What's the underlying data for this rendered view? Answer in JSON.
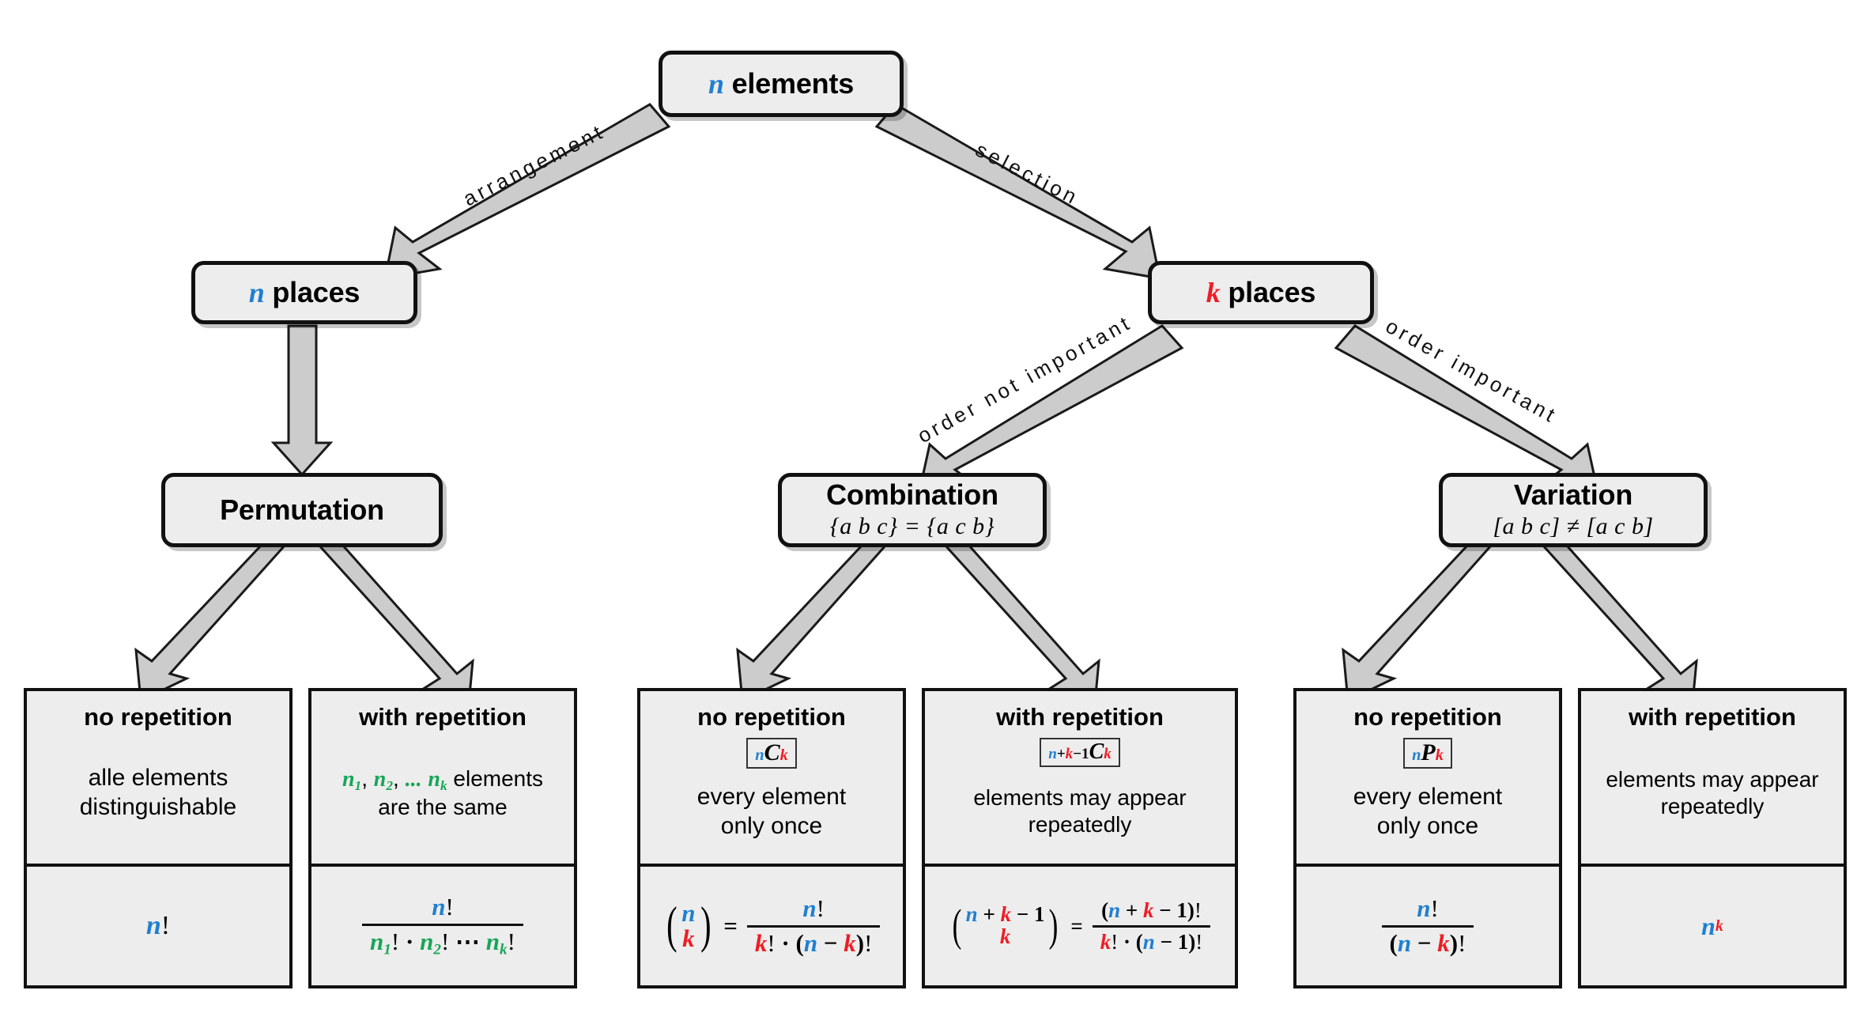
{
  "diagram": {
    "title": "Combinatorics decision tree",
    "colors": {
      "n_symbol": "#1f7fd0",
      "k_symbol": "#ef1c24",
      "n_subscript": "#18a558",
      "node_fill": "#ededed",
      "node_border": "#111111",
      "arrow_fill": "#cccccc",
      "background": "#ffffff"
    },
    "root": {
      "symbol": "n",
      "label": "elements"
    },
    "edges": [
      {
        "name": "arrangement",
        "label": "arrangement"
      },
      {
        "name": "selection",
        "label": "selection"
      },
      {
        "name": "order-not-important",
        "label": "order not important"
      },
      {
        "name": "order-important",
        "label": "order important"
      }
    ],
    "level2": [
      {
        "symbol": "n",
        "label": "places",
        "color": "blue"
      },
      {
        "symbol": "k",
        "label": "places",
        "color": "red"
      }
    ],
    "level3": [
      {
        "title": "Permutation",
        "sub": ""
      },
      {
        "title": "Combination",
        "sub": "{a b c} = {a c b}"
      },
      {
        "title": "Variation",
        "sub": "[a b c] ≠ [a c b]"
      }
    ],
    "leaves": [
      {
        "header": "no repetition",
        "tag": "",
        "desc": "alle elements\ndistinguishable",
        "formula": "n!"
      },
      {
        "header": "with repetition",
        "tag": "",
        "desc": "n1, n2, ... nk elements\nare the same",
        "formula": "n! / (n1! · n2! ⋯ nk!)"
      },
      {
        "header": "no repetition",
        "tag": "nCk",
        "desc": "every element\nonly once",
        "formula": "(n over k) = n! / (k! · (n − k)!)"
      },
      {
        "header": "with repetition",
        "tag": "n+k−1Ck",
        "desc": "elements may appear\nrepeatedly",
        "formula": "(n + k − 1 over k) = (n + k − 1)! / (k! · (n − 1)!)"
      },
      {
        "header": "no repetition",
        "tag": "nPk",
        "desc": "every element\nonly once",
        "formula": "n! / (n − k)!"
      },
      {
        "header": "with repetition",
        "tag": "",
        "desc": "elements may appear\nrepeatedly",
        "formula": "n^k"
      }
    ],
    "desc_lines": {
      "l0a": "alle elements",
      "l0b": "distinguishable",
      "l1b": "are the same",
      "l1_elements": " elements",
      "l2a": "every element",
      "l2b": "only once",
      "l3a": "elements may appear",
      "l3b": "repeatedly",
      "l4a": "every element",
      "l4b": "only once",
      "l5a": "elements may appear",
      "l5b": "repeatedly"
    },
    "symbols": {
      "n": "n",
      "k": "k",
      "C": "C",
      "P": "P",
      "one": "1",
      "bang": "!",
      "plus": "+",
      "minus": "−",
      "dot": "·",
      "dots": "⋯",
      "ellipsis": "...",
      "comma": ",",
      "equals": "=",
      "lparen": "(",
      "rparen": ")"
    }
  }
}
